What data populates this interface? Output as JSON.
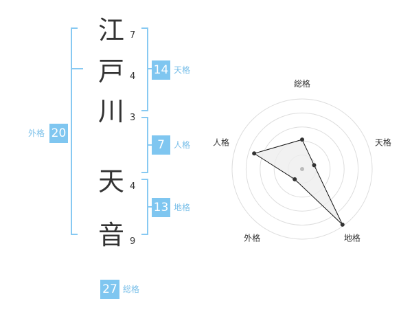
{
  "name": {
    "chars": [
      {
        "char": "江",
        "strokes": "7"
      },
      {
        "char": "戸",
        "strokes": "4"
      },
      {
        "char": "川",
        "strokes": "3"
      },
      {
        "char": "天",
        "strokes": "4"
      },
      {
        "char": "音",
        "strokes": "9"
      }
    ]
  },
  "kaku": {
    "tenkaku": {
      "value": "14",
      "label": "天格"
    },
    "jinkaku": {
      "value": "7",
      "label": "人格"
    },
    "chikaku": {
      "value": "13",
      "label": "地格"
    },
    "gaikaku": {
      "value": "20",
      "label": "外格"
    },
    "soukaku": {
      "value": "27",
      "label": "総格"
    }
  },
  "radar": {
    "axes": [
      "総格",
      "天格",
      "地格",
      "外格",
      "人格"
    ],
    "values": [
      0.42,
      0.18,
      0.98,
      0.18,
      0.72
    ],
    "colors": {
      "ring": "#dddddd",
      "fill": "#eeeeee",
      "line": "#111111",
      "center": "#bbbbbb"
    }
  },
  "colors": {
    "accent": "#7fc6f0"
  }
}
